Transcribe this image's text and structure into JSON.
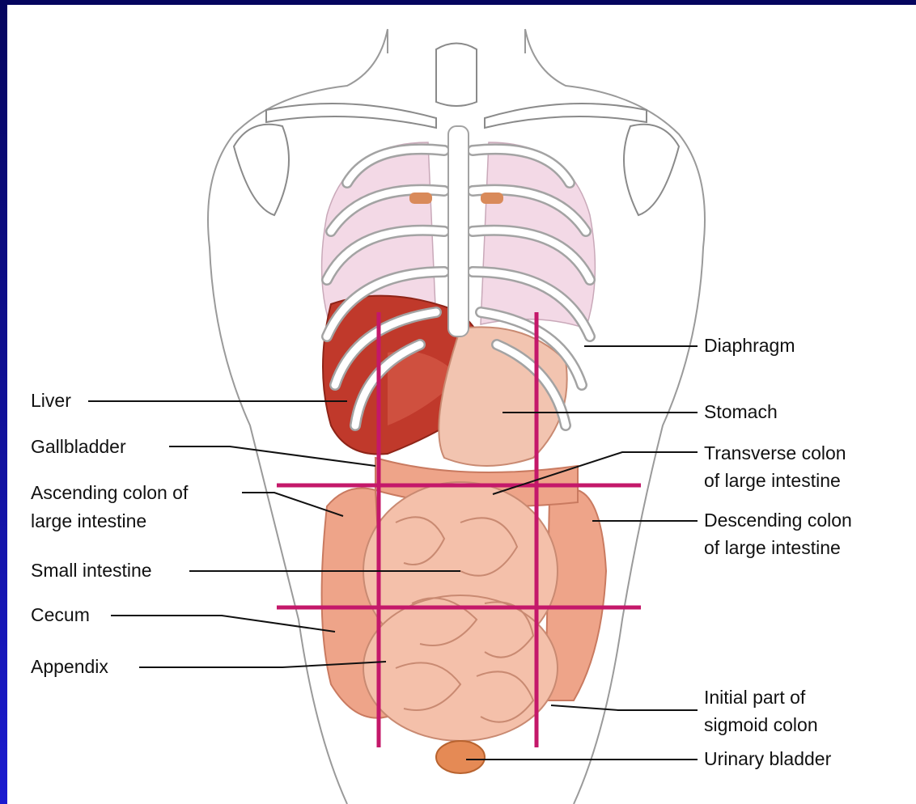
{
  "labels": {
    "liver": "Liver",
    "gallbladder": "Gallbladder",
    "ascending_colon": [
      "Ascending colon of",
      "large intestine"
    ],
    "small_intestine": "Small intestine",
    "cecum": "Cecum",
    "appendix": "Appendix",
    "diaphragm": "Diaphragm",
    "stomach": "Stomach",
    "transverse_colon": [
      "Transverse colon",
      "of large intestine"
    ],
    "descending_colon": [
      "Descending colon",
      "of large intestine"
    ],
    "sigmoid_colon": [
      "Initial part of",
      "sigmoid colon"
    ],
    "urinary_bladder": "Urinary bladder"
  },
  "colors": {
    "frame": "#1b1bd0",
    "region_lines": "#c4186a",
    "body_outline": "#9a9a9a",
    "lungs": "#f3d9e6",
    "liver": "#c0392b",
    "intestine": "#f0b39a",
    "bladder": "#e58a55"
  }
}
